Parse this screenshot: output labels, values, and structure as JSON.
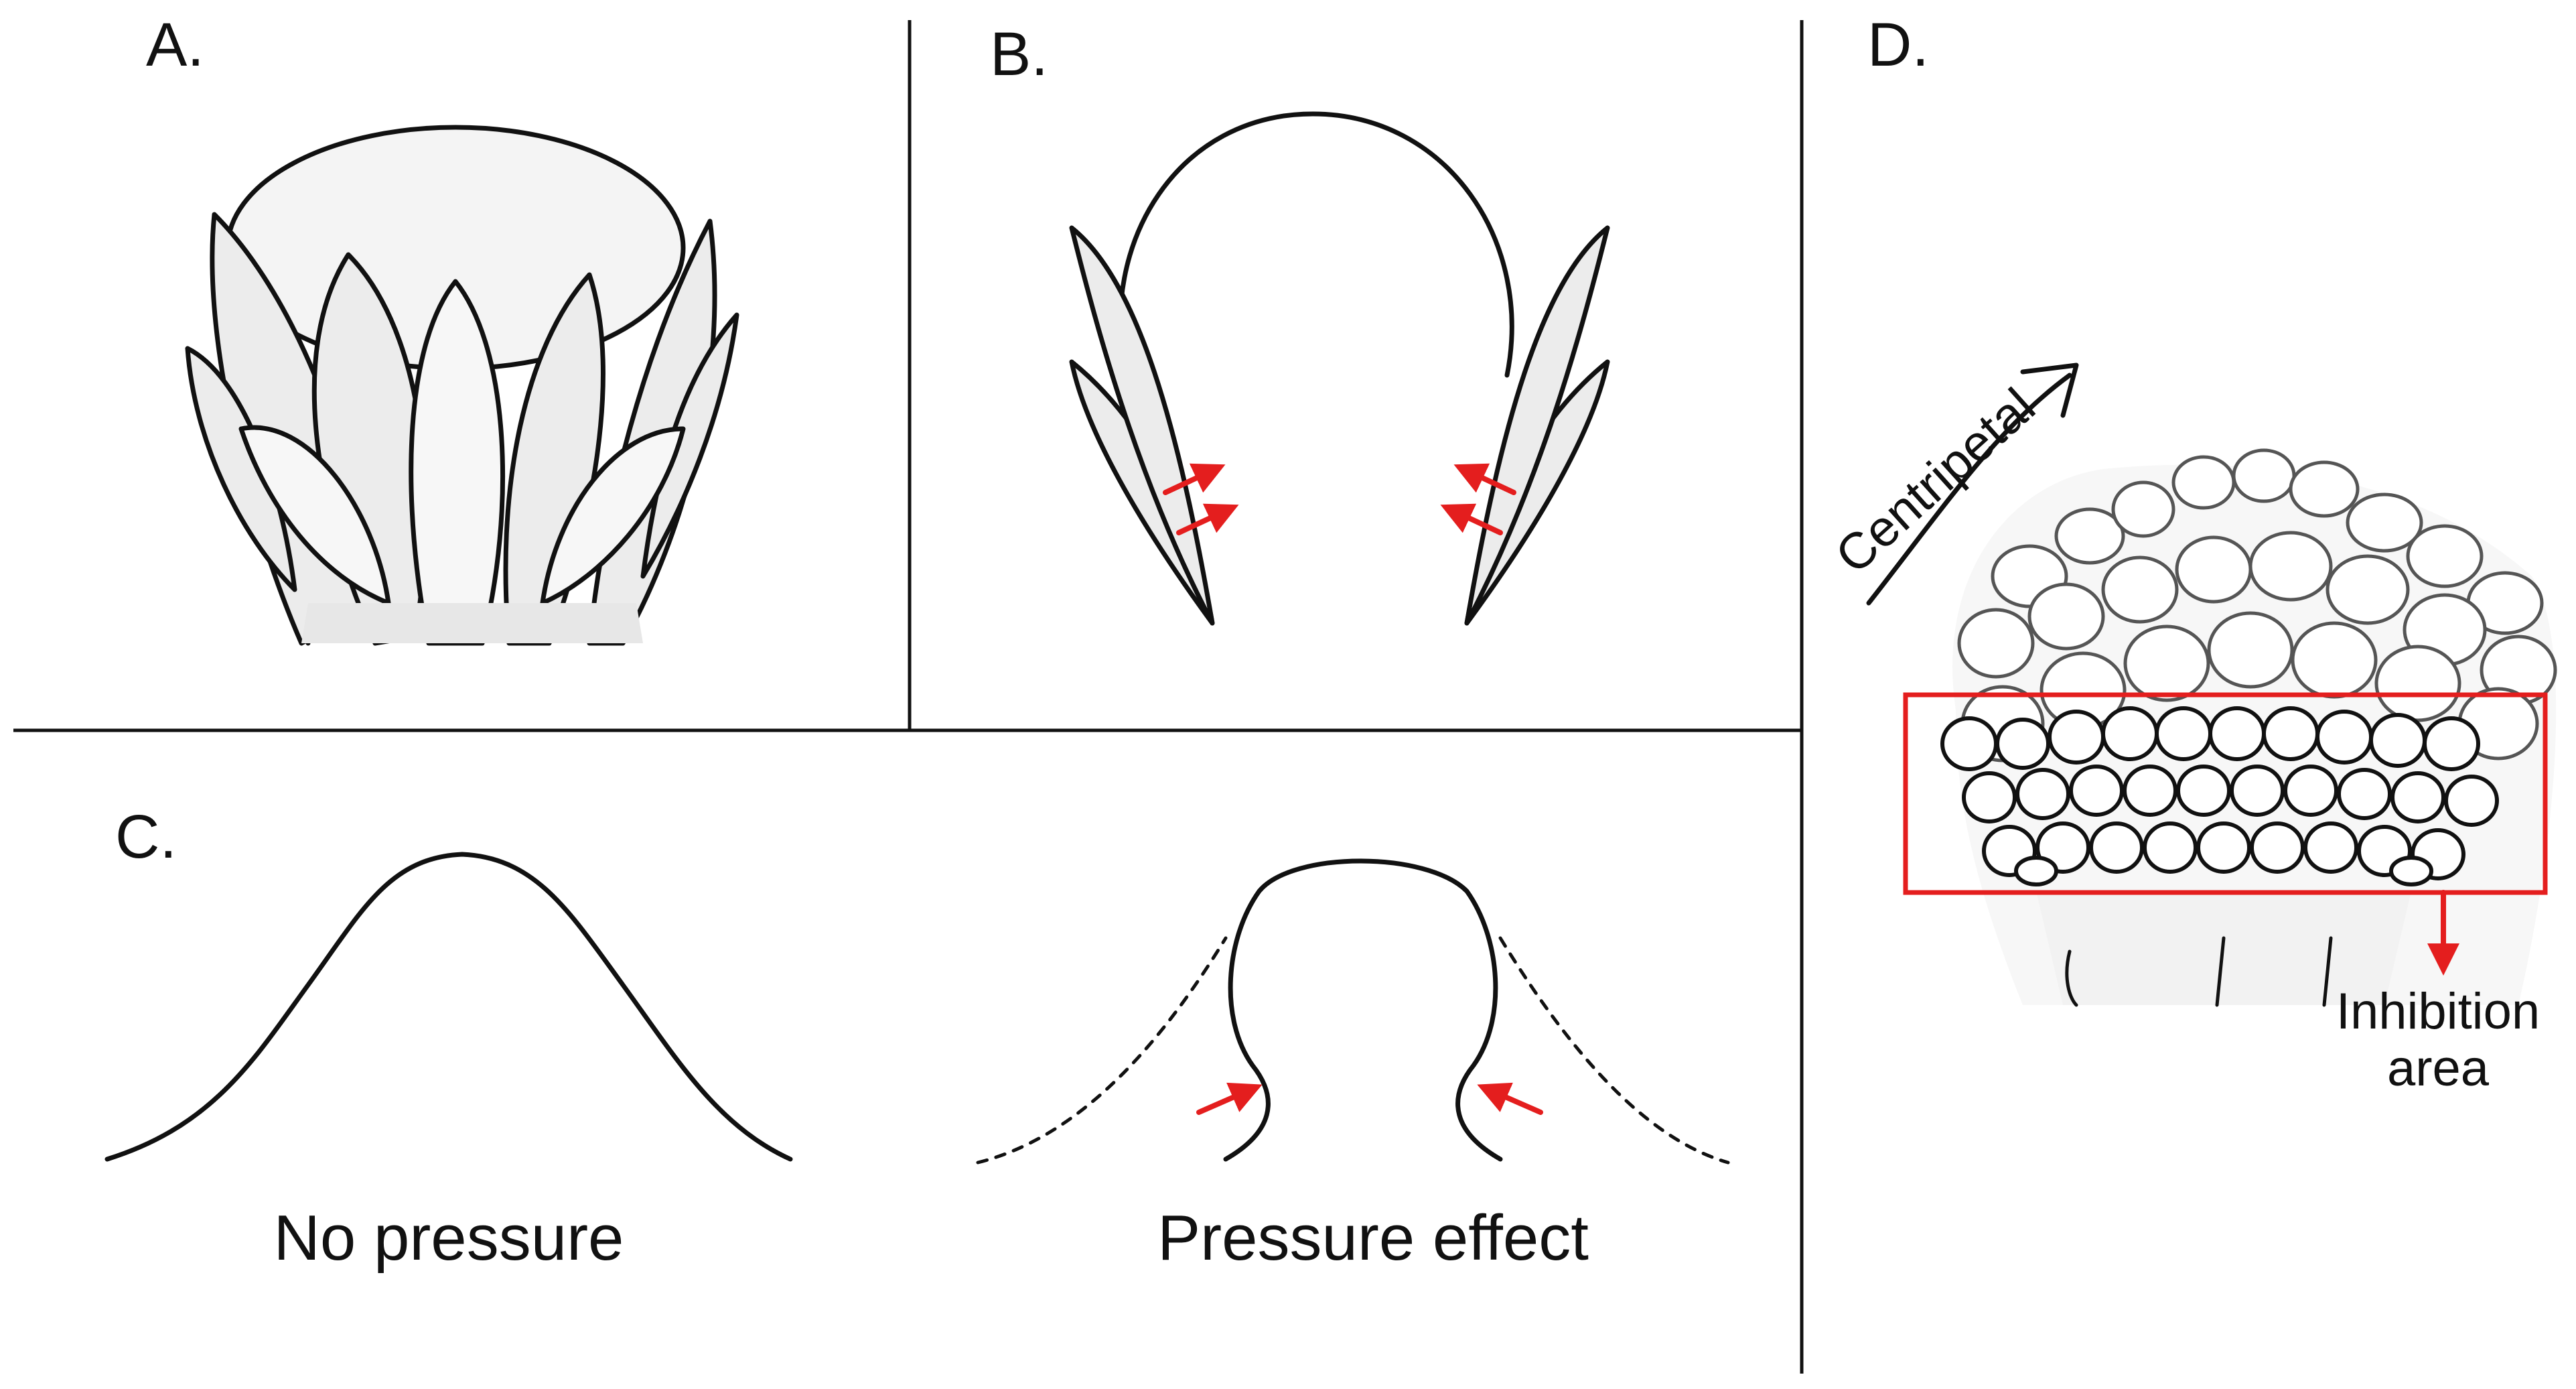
{
  "panels": {
    "a": {
      "letter": "A."
    },
    "b": {
      "letter": "B."
    },
    "c": {
      "letter": "C.",
      "left_caption": "No pressure",
      "right_caption": "Pressure effect"
    },
    "d": {
      "letter": "D.",
      "arrow_label": "Centripetal",
      "box_label_line1": "Inhibition",
      "box_label_line2": "area"
    }
  },
  "colors": {
    "line": "#111111",
    "annotation": "#e41e1e",
    "bract_fill": "#ececec"
  }
}
